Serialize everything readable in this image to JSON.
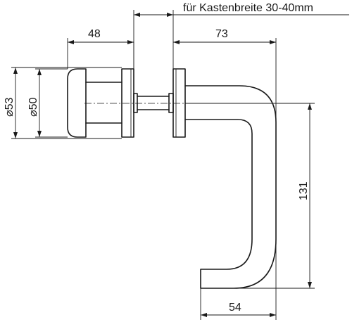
{
  "drawing": {
    "caption": "für Kastenbreite 30-40mm",
    "dimensions": {
      "rosette_depth": "48",
      "handle_reach": "73",
      "handle_length": "131",
      "grip_width": "54",
      "outer_diameter": "⌀53",
      "inner_diameter": "⌀50"
    }
  }
}
